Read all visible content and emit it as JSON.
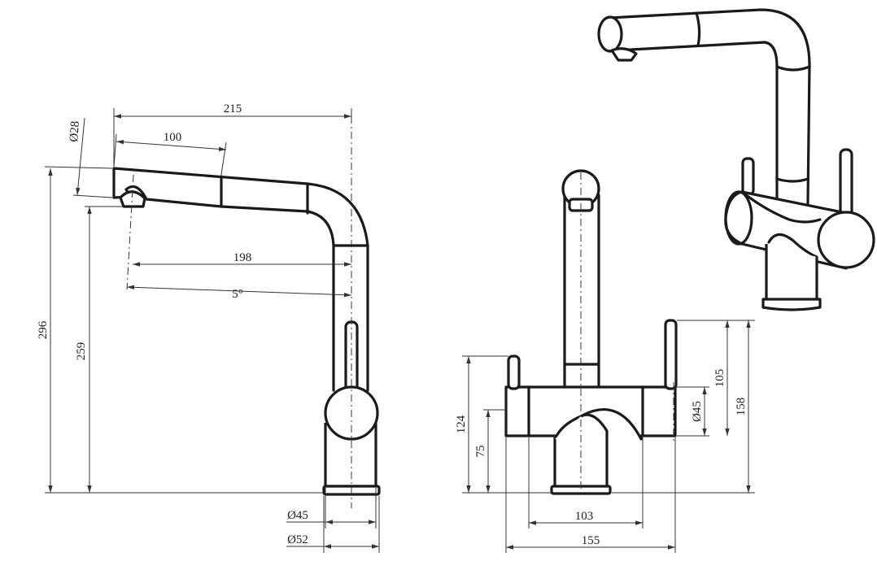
{
  "dimensions": {
    "side_total_reach": "215",
    "side_spray_diameter": "Ø28",
    "side_spray_length": "100",
    "side_spout_reach": "198",
    "side_angle": "5°",
    "side_total_height": "296",
    "side_outlet_height": "259",
    "side_body_diameter": "Ø45",
    "side_base_diameter": "Ø52",
    "front_handle_height": "124",
    "front_body_height": "75",
    "front_body_diameter": "Ø45",
    "front_handle_to_base": "105",
    "front_total_height": "158",
    "front_inner_width": "103",
    "front_total_width": "155"
  },
  "colors": {
    "line": "#1a1a1a",
    "background": "#ffffff"
  }
}
